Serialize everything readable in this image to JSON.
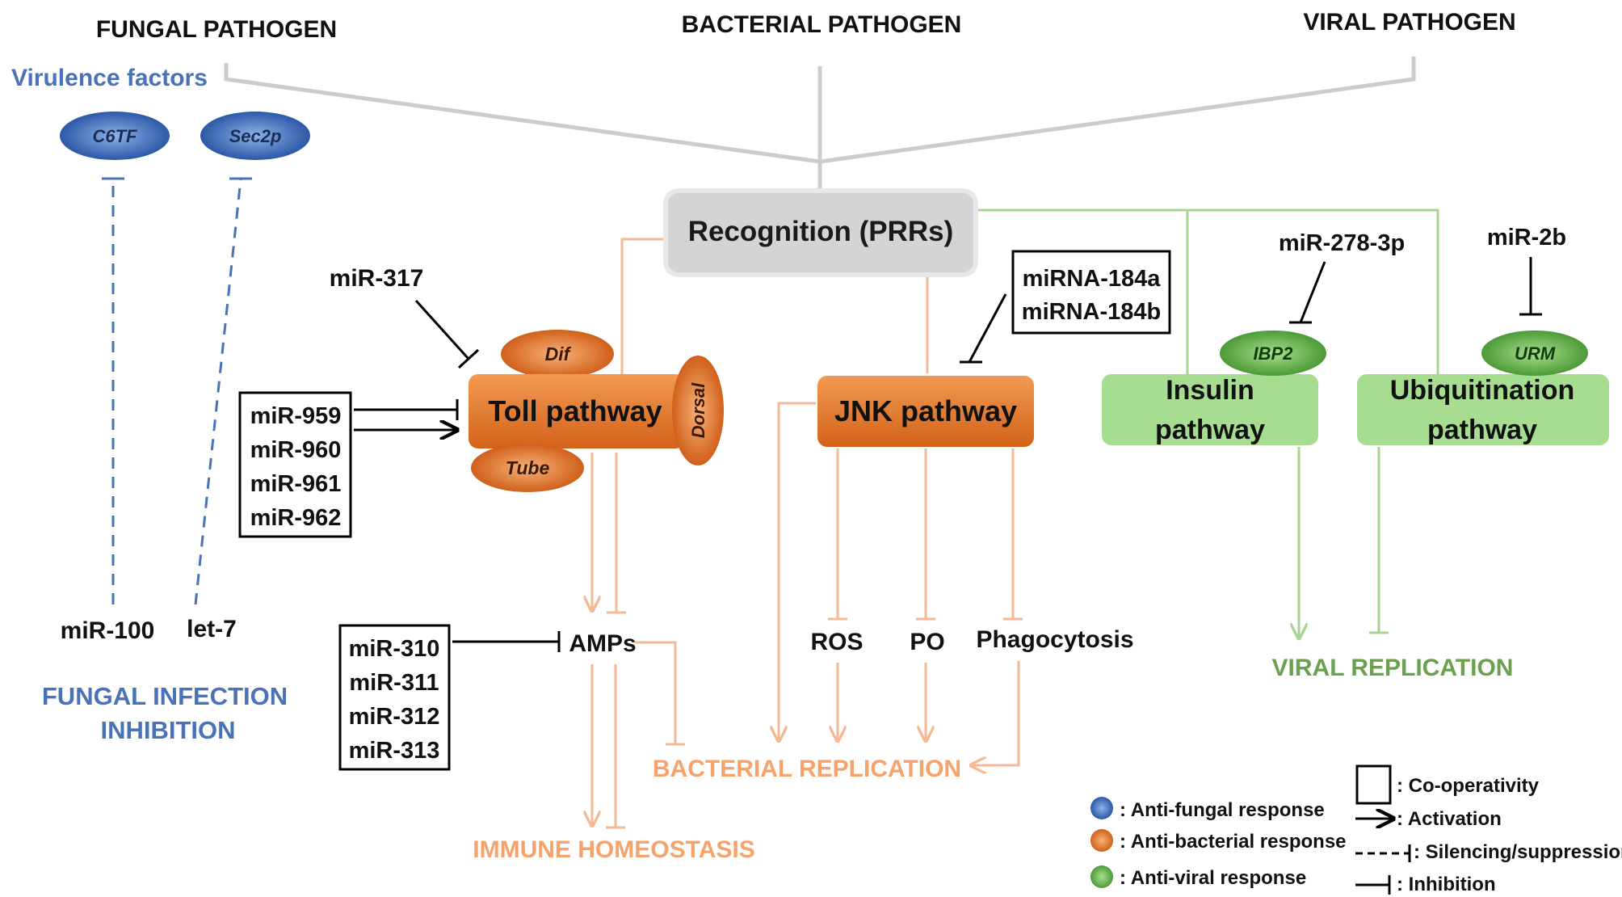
{
  "pathogens": {
    "fungal": "FUNGAL PATHOGEN",
    "bacterial": "BACTERIAL PATHOGEN",
    "viral": "VIRAL PATHOGEN"
  },
  "fungal": {
    "virulence_title": "Virulence factors",
    "factor_1": "C6TF",
    "factor_2": "Sec2p",
    "mir_1": "miR-100",
    "mir_2": "let-7",
    "outcome_line1": "FUNGAL INFECTION",
    "outcome_line2": "INHIBITION"
  },
  "recognition": "Recognition (PRRs)",
  "toll": {
    "label": "Toll pathway",
    "dif": "Dif",
    "tube": "Tube",
    "dorsal": "Dorsal",
    "mir_317": "miR-317",
    "cluster": [
      "miR-959",
      "miR-960",
      "miR-961",
      "miR-962"
    ]
  },
  "amps": {
    "label": "AMPs",
    "cluster": [
      "miR-310",
      "miR-311",
      "miR-312",
      "miR-313"
    ]
  },
  "jnk": {
    "label": "JNK pathway",
    "mirs": [
      "miRNA-184a",
      "miRNA-184b"
    ],
    "ros": "ROS",
    "po": "PO",
    "phago": "Phagocytosis"
  },
  "insulin": {
    "label_line1": "Insulin",
    "label_line2": "pathway",
    "ibp2": "IBP2",
    "mir": "miR-278-3p"
  },
  "ubiquitination": {
    "label_line1": "Ubiquitination",
    "label_line2": "pathway",
    "urm": "URM",
    "mir": "miR-2b"
  },
  "outcomes": {
    "bacterial": "BACTERIAL REPLICATION",
    "viral": "VIRAL REPLICATION",
    "immune": "IMMUNE HOMEOSTASIS"
  },
  "legend": {
    "anti_fungal": ": Anti-fungal response",
    "anti_bacterial": ": Anti-bacterial response",
    "anti_viral": ": Anti-viral response",
    "cooperativity": ": Co-operativity",
    "activation": ": Activation",
    "silencing": ": Silencing/suppression",
    "inhibition": ": Inhibition"
  },
  "colors": {
    "fungal_blue": "#4a72b8",
    "bacterial_orange": "#e87a2e",
    "viral_green": "#8fcc7a",
    "gray": "#cccccc"
  }
}
